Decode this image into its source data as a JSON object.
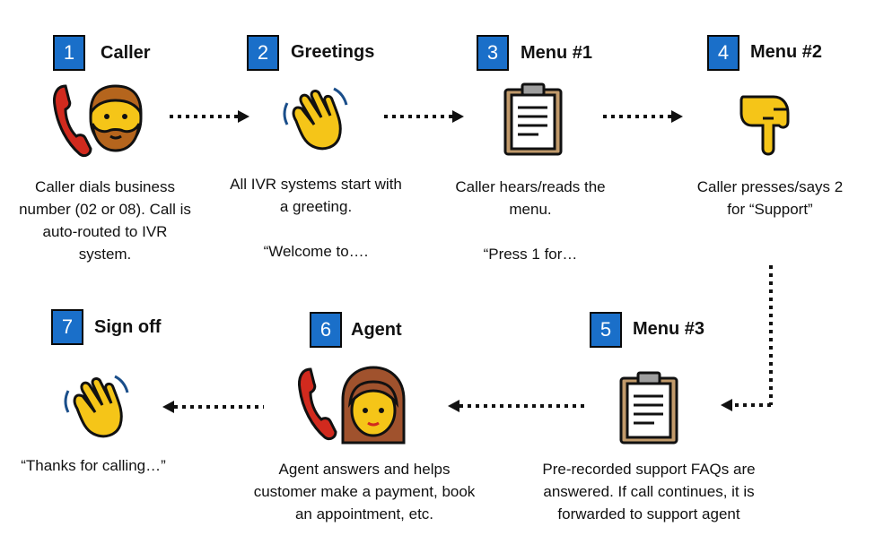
{
  "steps": [
    {
      "number": "1",
      "title": "Caller",
      "icon": "phone-man-icon",
      "desc": "Caller dials business number (02 or 08). Call is auto-routed to IVR system."
    },
    {
      "number": "2",
      "title": "Greetings",
      "icon": "waving-hand-icon",
      "desc": "All IVR systems start with a greeting.",
      "quote": "“Welcome to…."
    },
    {
      "number": "3",
      "title": "Menu #1",
      "icon": "clipboard-icon",
      "desc": "Caller hears/reads the menu.",
      "quote": "“Press 1 for…"
    },
    {
      "number": "4",
      "title": "Menu #2",
      "icon": "pointing-down-hand-icon",
      "desc": "Caller presses/says 2 for “Support”"
    },
    {
      "number": "5",
      "title": "Menu #3",
      "icon": "clipboard-icon",
      "desc": "Pre-recorded support FAQs are answered. If call continues, it is forwarded to support agent"
    },
    {
      "number": "6",
      "title": "Agent",
      "icon": "phone-woman-icon",
      "desc": "Agent answers and helps customer make a payment, book an appointment, etc."
    },
    {
      "number": "7",
      "title": "Sign off",
      "icon": "waving-hand-icon",
      "desc": "“Thanks for calling…”"
    }
  ],
  "colors": {
    "number_box": "#1a6fc9",
    "skin": "#f5c518",
    "phone": "#d12a1e",
    "beard": "#b5651d",
    "hair": "#a0522d"
  }
}
